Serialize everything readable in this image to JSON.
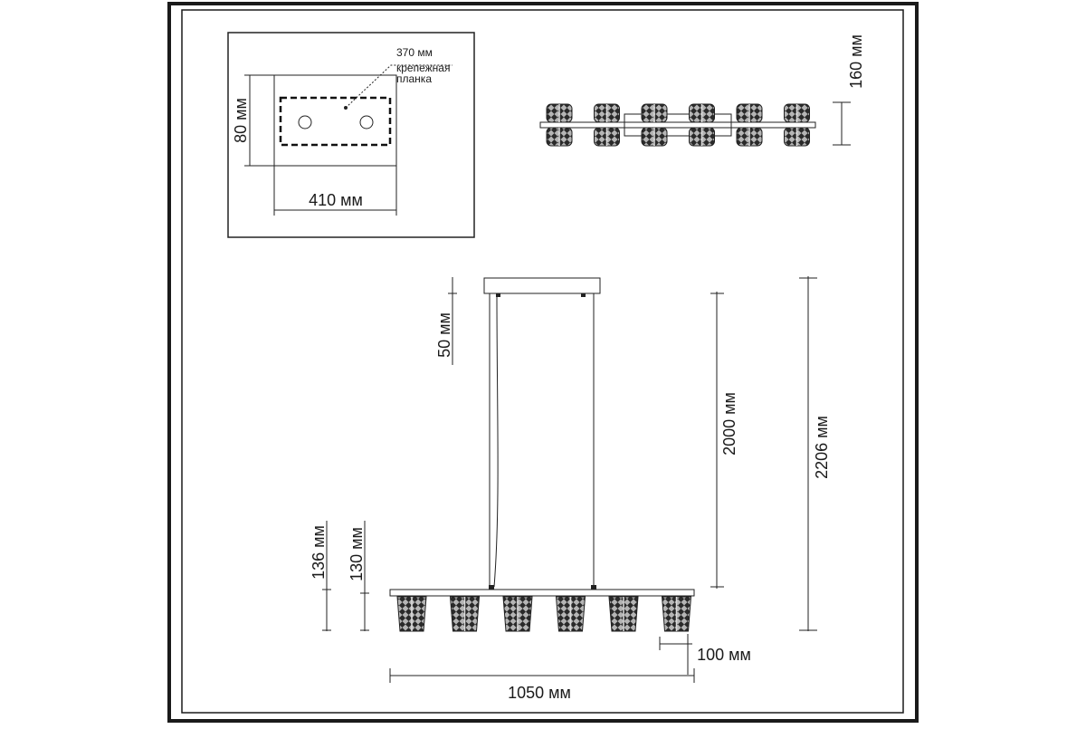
{
  "top_view": {
    "width_label": "410 мм",
    "height_label": "80 мм",
    "plate_label": "370 мм",
    "plate_name_line1": "крепежная",
    "plate_name_line2": "планка"
  },
  "side_view": {
    "height_label": "160 мм"
  },
  "main_view": {
    "canopy_label": "50 мм",
    "cable_label": "2000 мм",
    "total_label": "2206 мм",
    "body_outer_label": "136 мм",
    "body_inner_label": "130 мм",
    "shade_label": "100 мм",
    "length_label": "1050 мм",
    "shade_count": 6
  },
  "colors": {
    "line": "#222222",
    "shade_dark": "#2a2a2a",
    "shade_light": "#9a9a9a"
  }
}
